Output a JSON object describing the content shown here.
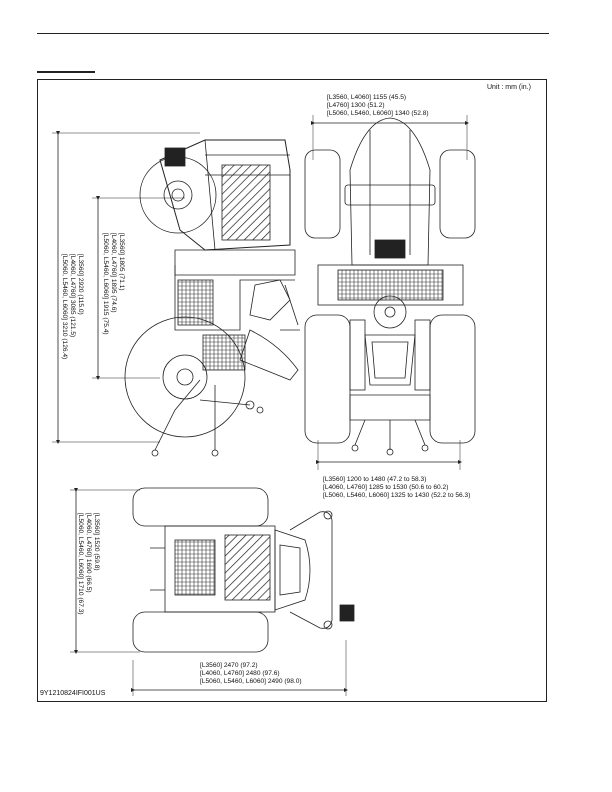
{
  "unit_label": "Unit : mm (in.)",
  "figure_id": "9Y1210824IFI001US",
  "dimensions": {
    "top_width": [
      "[L3560, L4060] 1155 (45.5)",
      "[L4760] 1300 (51.2)",
      "[L5060, L5460, L6060] 1340 (52.8)"
    ],
    "tread": [
      "[L3560] 1200 to 1480 (47.2 to 58.3)",
      "[L4060, L4760] 1285 to 1530 (50.6 to 60.2)",
      "[L5060, L5460, L6060] 1325 to 1430 (52.2 to 56.3)"
    ],
    "wheelbase": [
      "[L3560] 2470 (97.2)",
      "[L4060, L4760] 2480 (97.6)",
      "[L5060, L5460, L6060] 2490 (98.0)"
    ],
    "overall_height": [
      "[L3560] 2920 (115.0)",
      "[L4060, L4760] 3085 (121.5)",
      "[L5060, L5460, L6060] 3210 (126.4)"
    ],
    "steering_height": [
      "[L3560] 1805 (71.1)",
      "[L4060, L4760] 1895 (74.6)",
      "[L5060, L5460, L6060] 1915 (75.4)"
    ],
    "overall_width": [
      "[L3560] 1520 (59.8)",
      "[L4060, L4760] 1690 (66.5)",
      "[L5060, L5460, L6060] 1710 (67.3)"
    ]
  }
}
